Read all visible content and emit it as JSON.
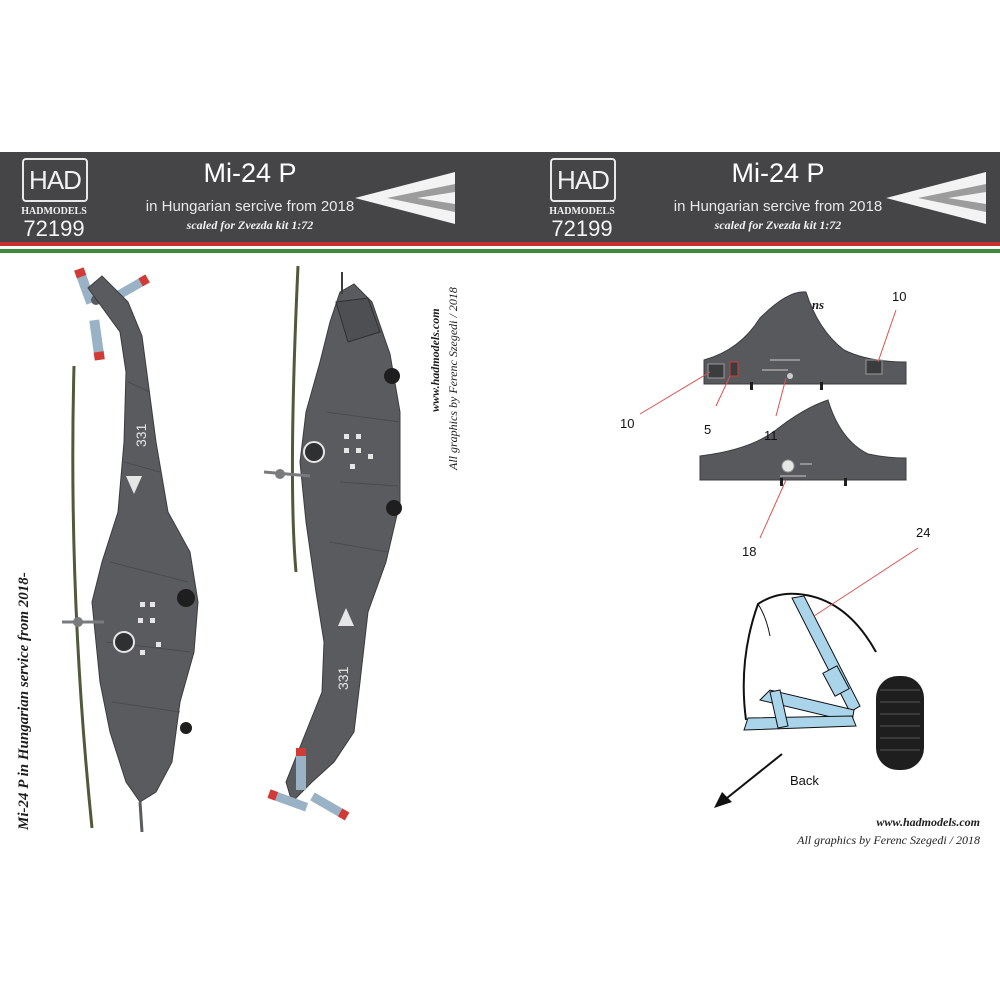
{
  "header": {
    "logo_text": "HAD",
    "brand": "HADMODELS",
    "kit_number": "72199",
    "title": "Mi-24 P",
    "subtitle": "in Hungarian sercive from 2018",
    "scale_note": "scaled for Zvezda kit 1:72"
  },
  "left_panel": {
    "side_caption": "Mi-24 P in Hungarian service from 2018-",
    "credit_site": "www.hadmodels.com",
    "credit_author": "All graphics by Ferenc Szegedi  / 2018",
    "serial_left": "331",
    "serial_right": "331"
  },
  "right_panel": {
    "pylons_label": "Pylons",
    "callouts": {
      "c10_top": "10",
      "c10_left": "10",
      "c5": "5",
      "c11": "11",
      "c18": "18",
      "c24": "24"
    },
    "back_label": "Back",
    "credit_site": "www.hadmodels.com",
    "credit_author": "All graphics by Ferenc Szegedi  / 2018"
  },
  "colors": {
    "banner": "#454547",
    "aircraft_grey": "#5a5b5e",
    "rotor_green": "#4f5a3b",
    "rotor_tip_red": "#d23b35",
    "strut_blue": "#a9d4ea",
    "callout_line": "#d9534f"
  }
}
